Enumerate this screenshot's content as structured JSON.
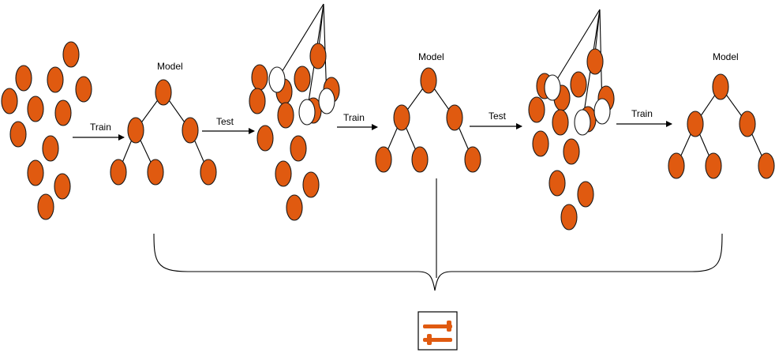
{
  "colors": {
    "node_fill": "#E05A10",
    "node_stroke": "#1a1a1a",
    "empty_fill": "#ffffff",
    "line": "#000000"
  },
  "labels": {
    "train_1": "Train",
    "test_1": "Test",
    "train_2": "Train",
    "test_2": "Test",
    "train_3": "Train",
    "model_1": "Model",
    "model_2": "Model",
    "model_3": "Model"
  },
  "icons": {
    "tuning": "sliders-icon"
  }
}
